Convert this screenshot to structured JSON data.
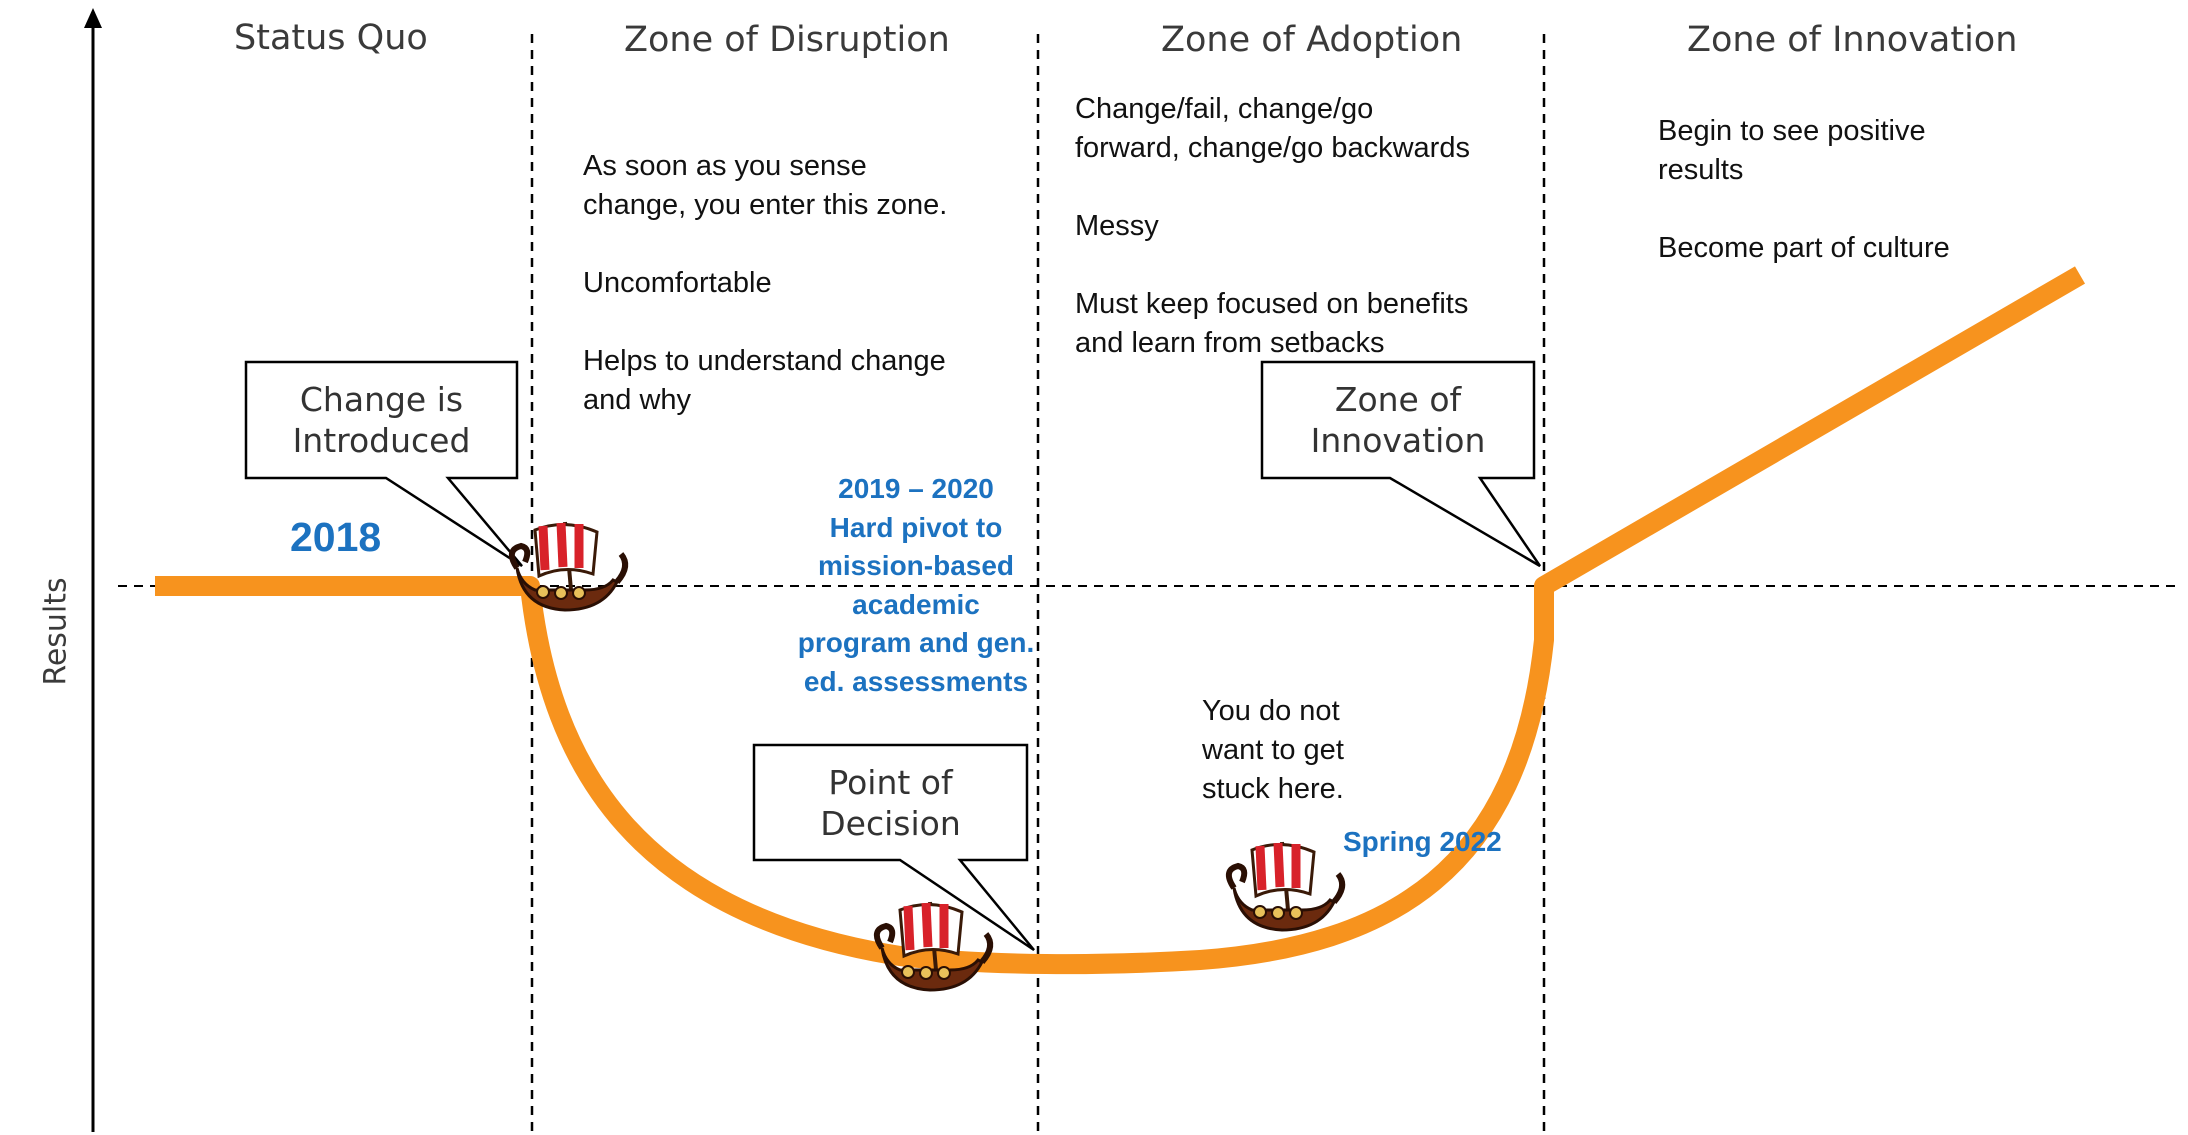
{
  "axis": {
    "y_label": "Results"
  },
  "zones": [
    {
      "title": "Status Quo"
    },
    {
      "title": "Zone of Disruption"
    },
    {
      "title": "Zone of Adoption"
    },
    {
      "title": "Zone of Innovation"
    }
  ],
  "notes": {
    "disruption": "As soon as you sense\nchange, you enter this zone.\n\nUncomfortable\n\nHelps to  understand change\nand why",
    "adoption": "Change/fail, change/go\nforward, change/go backwards\n\nMessy\n\nMust keep focused on benefits\nand learn from setbacks",
    "innovation": "Begin to see positive\nresults\n\nBecome part of culture",
    "stuck": "You do not\nwant to get\nstuck here."
  },
  "milestones": {
    "y2018": "2018",
    "pivot": "2019 – 2020\nHard pivot to\nmission-based\nacademic\nprogram and gen.\ned. assessments",
    "spring2022": "Spring 2022"
  },
  "callouts": {
    "introduced": "Change is\nIntroduced",
    "decision": "Point of\nDecision",
    "innovation": "Zone of\nInnovation"
  },
  "colors": {
    "curve": "#F7931E",
    "milestone_text": "#1C72C0",
    "ship_hull": "#6B2A0E",
    "sail_red": "#D8222A"
  },
  "icons": {
    "ship": "viking-ship-icon"
  }
}
